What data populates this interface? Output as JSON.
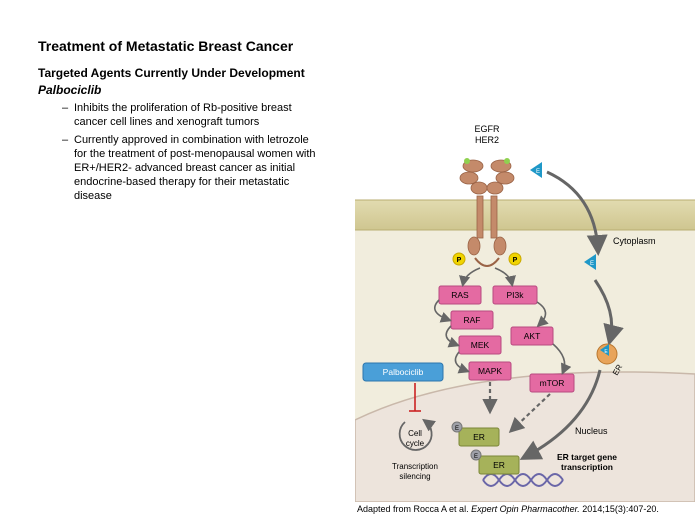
{
  "slide": {
    "title": "Treatment of Metastatic Breast Cancer",
    "subtitle": "Targeted Agents Currently Under Development",
    "drug_name": "Palbociclib",
    "bullets": [
      "Inhibits the proliferation of Rb-positive breast cancer cell lines and xenograft tumors",
      "Currently approved in combination with letrozole for the treatment of post-menopausal women with ER+/HER2- advanced breast cancer as initial endocrine-based therapy for their metastatic disease"
    ]
  },
  "diagram": {
    "receptor_label_1": "EGFR",
    "receptor_label_2": "HER2",
    "cytoplasm_label": "Cytoplasm",
    "nucleus_label": "Nucleus",
    "er_membrane_label": "ER",
    "phospho_label": "P",
    "estrogen_label": "E",
    "kinases": {
      "ras": "RAS",
      "raf": "RAF",
      "mek": "MEK",
      "mapk": "MAPK",
      "pi3k": "PI3k",
      "akt": "AKT",
      "mtor": "mTOR"
    },
    "er_box_1": "ER",
    "er_box_2": "ER",
    "palbociclib_label": "Palbociclib",
    "cell_cycle_line1": "Cell",
    "cell_cycle_line2": "cycle",
    "transcription_silencing_line1": "Transcription",
    "transcription_silencing_line2": "silencing",
    "er_target_line1": "ER target gene",
    "er_target_line2": "transcription",
    "colors": {
      "membrane": "#d7cfa0",
      "cytoplasm": "#f1eddd",
      "nucleus": "#ede4dc",
      "kinase": "#e46aa2",
      "er_box": "#a6b25a",
      "palbociclib": "#4a9fd8",
      "estrogen": "#1f98c8",
      "phospho": "#f0d400",
      "receptor": "#c48a6a",
      "arrow": "#666666",
      "inhibit": "#cc2222"
    }
  },
  "citation": {
    "prefix": "Adapted from Rocca A et al. ",
    "journal": "Expert Opin Pharmacother.",
    "details": " 2014;15(3):407-20."
  }
}
